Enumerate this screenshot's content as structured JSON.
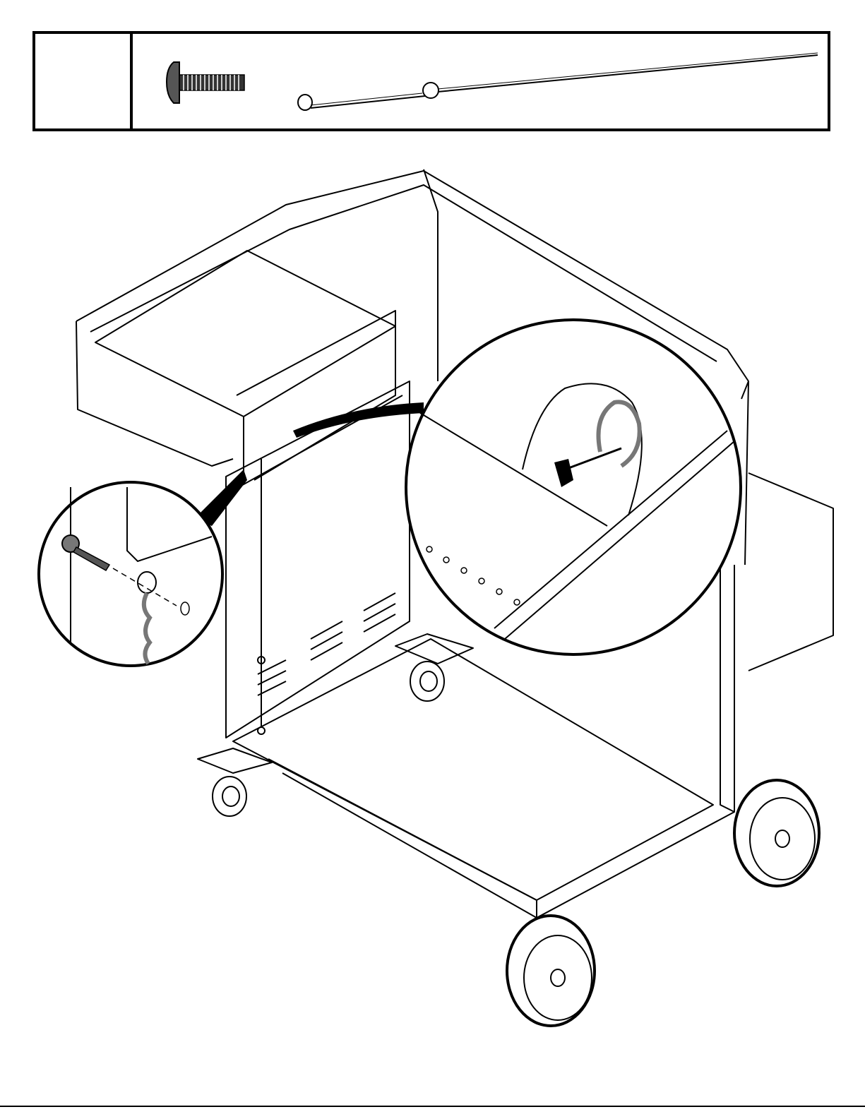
{
  "parts_box": {
    "step_number": "",
    "parts": [
      {
        "name": "screw"
      },
      {
        "name": "match-holder-chain"
      }
    ]
  },
  "illustration": {
    "callouts": [
      "screw-and-chain-detail",
      "match-holder-storage-detail"
    ]
  },
  "colors": {
    "line": "#000000",
    "paper": "#ffffff",
    "detail_gray": "#888888"
  }
}
